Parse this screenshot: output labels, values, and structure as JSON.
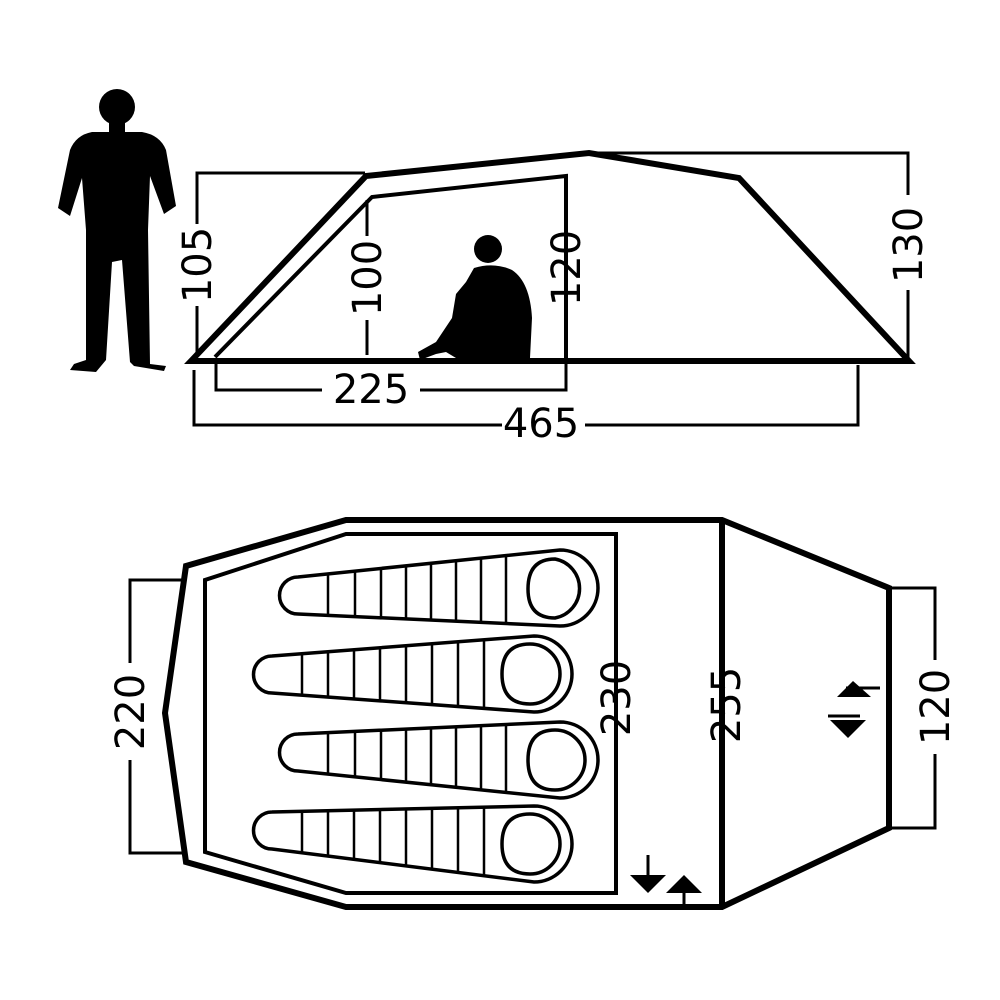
{
  "side_view": {
    "dimensions": {
      "entrance_height": "105",
      "inner_height_front": "100",
      "inner_height_rear": "120",
      "max_height": "130",
      "inner_length": "225",
      "total_length": "465"
    }
  },
  "floor_plan": {
    "dimensions": {
      "front_width": "220",
      "inner_width": "230",
      "vestibule_width": "255",
      "rear_width": "120"
    },
    "sleeping_bags": [
      "sleeping-bag",
      "sleeping-bag",
      "sleeping-bag",
      "sleeping-bag"
    ]
  },
  "icons": [
    "standing-person-icon",
    "sitting-person-icon",
    "door-arrows-icon"
  ]
}
